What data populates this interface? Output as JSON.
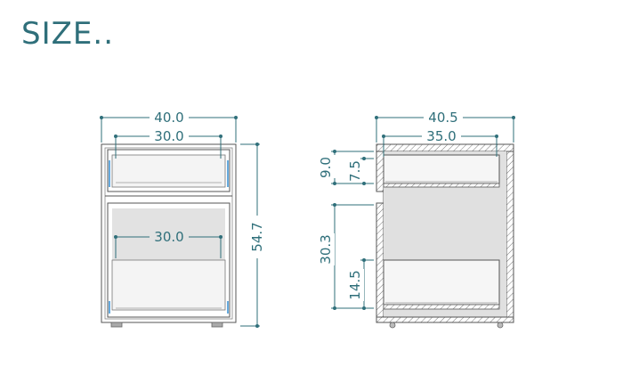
{
  "title": "SIZE..",
  "front_view": {
    "total_width": "40.0",
    "drawer_inner_width_top": "30.0",
    "drawer_inner_width_bottom": "30.0",
    "total_height": "54.7"
  },
  "side_view": {
    "total_depth": "40.5",
    "drawer_inner_depth": "35.0",
    "top_drawer_outer_height": "9.0",
    "top_drawer_inner_height": "7.5",
    "bottom_drawer_outer_height": "30.3",
    "bottom_drawer_inner_height": "14.5"
  },
  "colors": {
    "accent": "#2f6f7a",
    "outline": "#555555",
    "panel_fill": "#e0e0e0",
    "glass": "#66aadd"
  }
}
